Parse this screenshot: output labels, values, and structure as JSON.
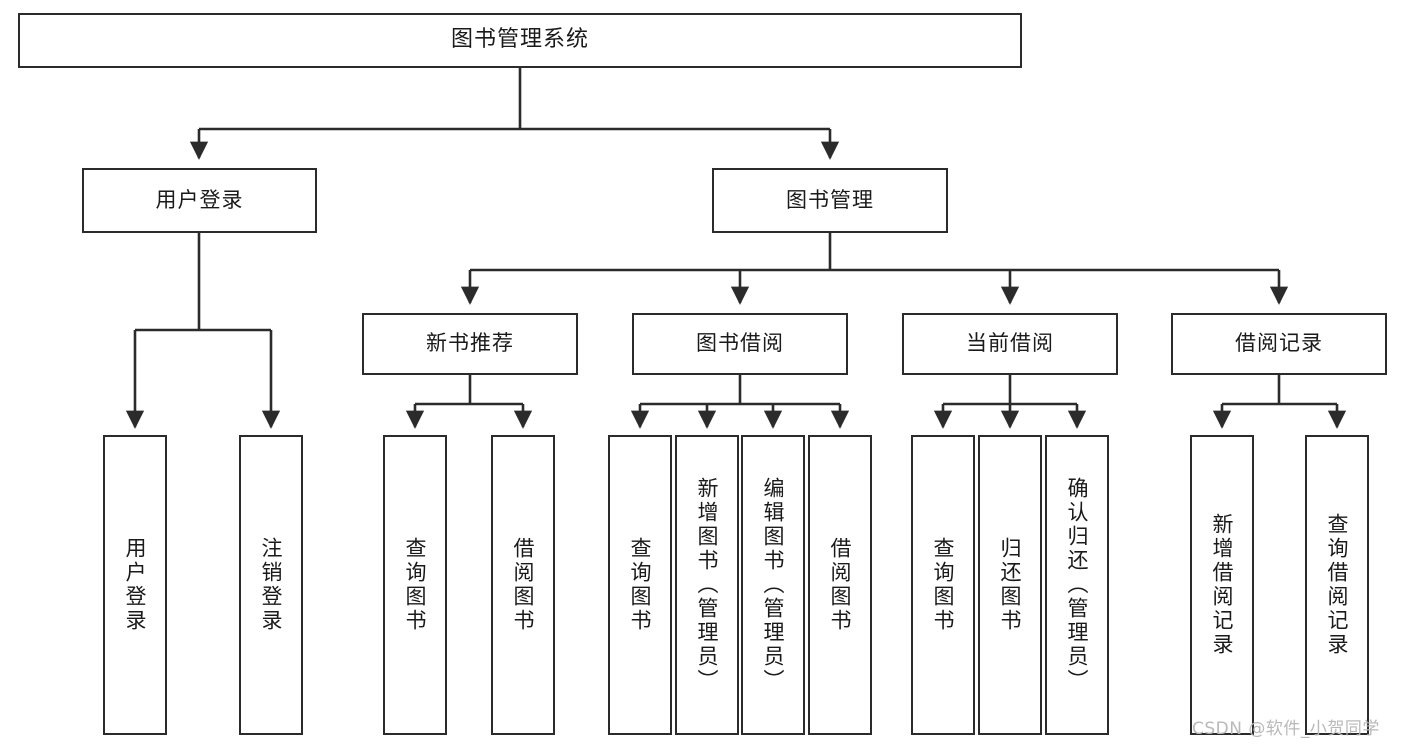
{
  "diagram": {
    "type": "tree-hierarchy",
    "title": "图书管理系统",
    "orientation": "top-down",
    "root": {
      "label": "图书管理系统",
      "children": [
        {
          "label": "用户登录",
          "children": [
            {
              "label": "用户登录"
            },
            {
              "label": "注销登录"
            }
          ]
        },
        {
          "label": "图书管理",
          "children": [
            {
              "label": "新书推荐",
              "children": [
                {
                  "label": "查询图书"
                },
                {
                  "label": "借阅图书"
                }
              ]
            },
            {
              "label": "图书借阅",
              "children": [
                {
                  "label": "查询图书"
                },
                {
                  "label": "新增图书（管理员）"
                },
                {
                  "label": "编辑图书（管理员）"
                },
                {
                  "label": "借阅图书"
                }
              ]
            },
            {
              "label": "当前借阅",
              "children": [
                {
                  "label": "查询图书"
                },
                {
                  "label": "归还图书"
                },
                {
                  "label": "确认归还（管理员）"
                }
              ]
            },
            {
              "label": "借阅记录",
              "children": [
                {
                  "label": "新增借阅记录"
                },
                {
                  "label": "查询借阅记录"
                }
              ]
            }
          ]
        }
      ]
    }
  },
  "nodes": {
    "root": "图书管理系统",
    "l1": {
      "user_login": "用户登录",
      "book_management": "图书管理"
    },
    "l2": {
      "new_book_recommend": "新书推荐",
      "book_borrow": "图书借阅",
      "current_borrow": "当前借阅",
      "borrow_record": "借阅记录"
    },
    "leaves": {
      "user_login_1": "用户登录",
      "user_login_2": "注销登录",
      "recommend_1": "查询图书",
      "recommend_2": "借阅图书",
      "borrow_1": "查询图书",
      "borrow_2": "新增图书（管理员）",
      "borrow_3": "编辑图书（管理员）",
      "borrow_4": "借阅图书",
      "current_1": "查询图书",
      "current_2": "归还图书",
      "current_3": "确认归还（管理员）",
      "record_1": "新增借阅记录",
      "record_2": "查询借阅记录"
    }
  },
  "watermark": {
    "text": "CSDN @软件_小贺同学"
  },
  "colors": {
    "stroke": "#2b2b2b",
    "background": "#ffffff",
    "text": "#1a1a1a",
    "watermark": "#b9b9b9"
  }
}
